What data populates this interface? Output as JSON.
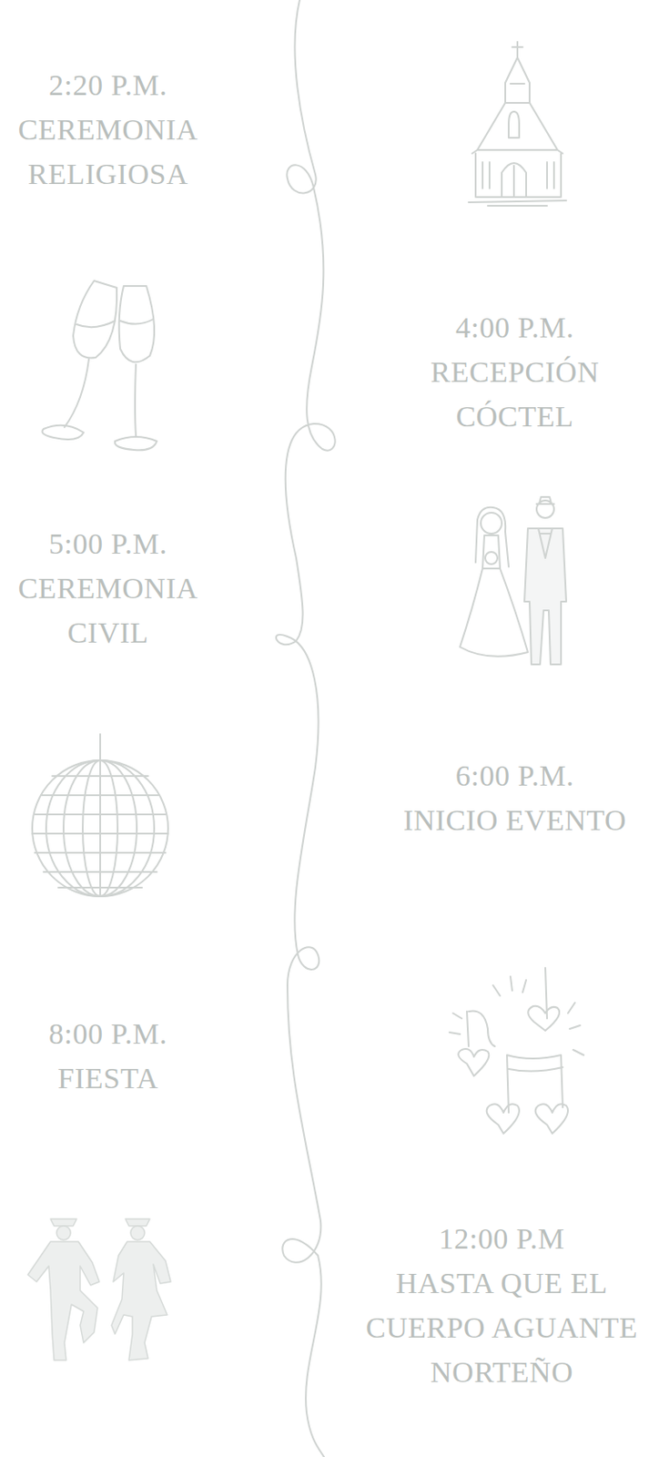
{
  "diagram": {
    "labels": [
      "2:20 P.M.",
      "CEREMONIA RELIGIOSA",
      "4:00 P.M.",
      "RECEPCIÓN CÓCTEL",
      "5:00 P.M.",
      "CEREMONIA CIVIL",
      "6:00 P.M.",
      "INICIO EVENTO",
      "8:00 P.M.",
      "FIESTA",
      "12:00 P.M",
      "HASTA QUE EL CUERPO AGUANTE NORTEÑO"
    ]
  }
}
